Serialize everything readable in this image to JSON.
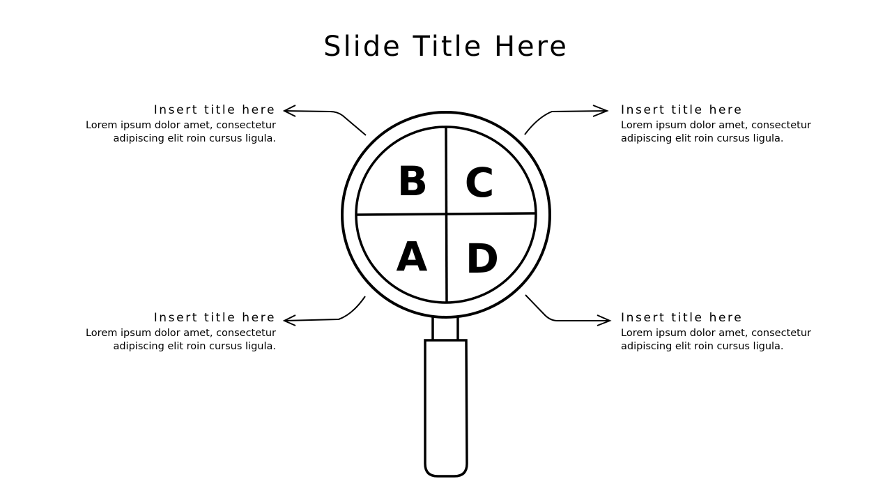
{
  "slide": {
    "title": "Slide Title Here"
  },
  "callouts": [
    {
      "position": "top-left",
      "title": "Insert title here",
      "body": "Lorem ipsum dolor amet, consectetur adipiscing elit roin cursus ligula."
    },
    {
      "position": "top-right",
      "title": "Insert title here",
      "body": "Lorem ipsum dolor amet, consectetur adipiscing elit roin cursus ligula."
    },
    {
      "position": "bottom-left",
      "title": "Insert title here",
      "body": "Lorem ipsum dolor amet, consectetur adipiscing elit roin cursus ligula."
    },
    {
      "position": "bottom-right",
      "title": "Insert title here",
      "body": "Lorem ipsum dolor amet, consectetur adipiscing elit roin cursus ligula."
    }
  ],
  "magnifier": {
    "quadrants": {
      "top_left": "B",
      "top_right": "C",
      "bottom_left": "A",
      "bottom_right": "D"
    }
  },
  "colors": {
    "stroke": "#000000",
    "background": "#ffffff"
  }
}
